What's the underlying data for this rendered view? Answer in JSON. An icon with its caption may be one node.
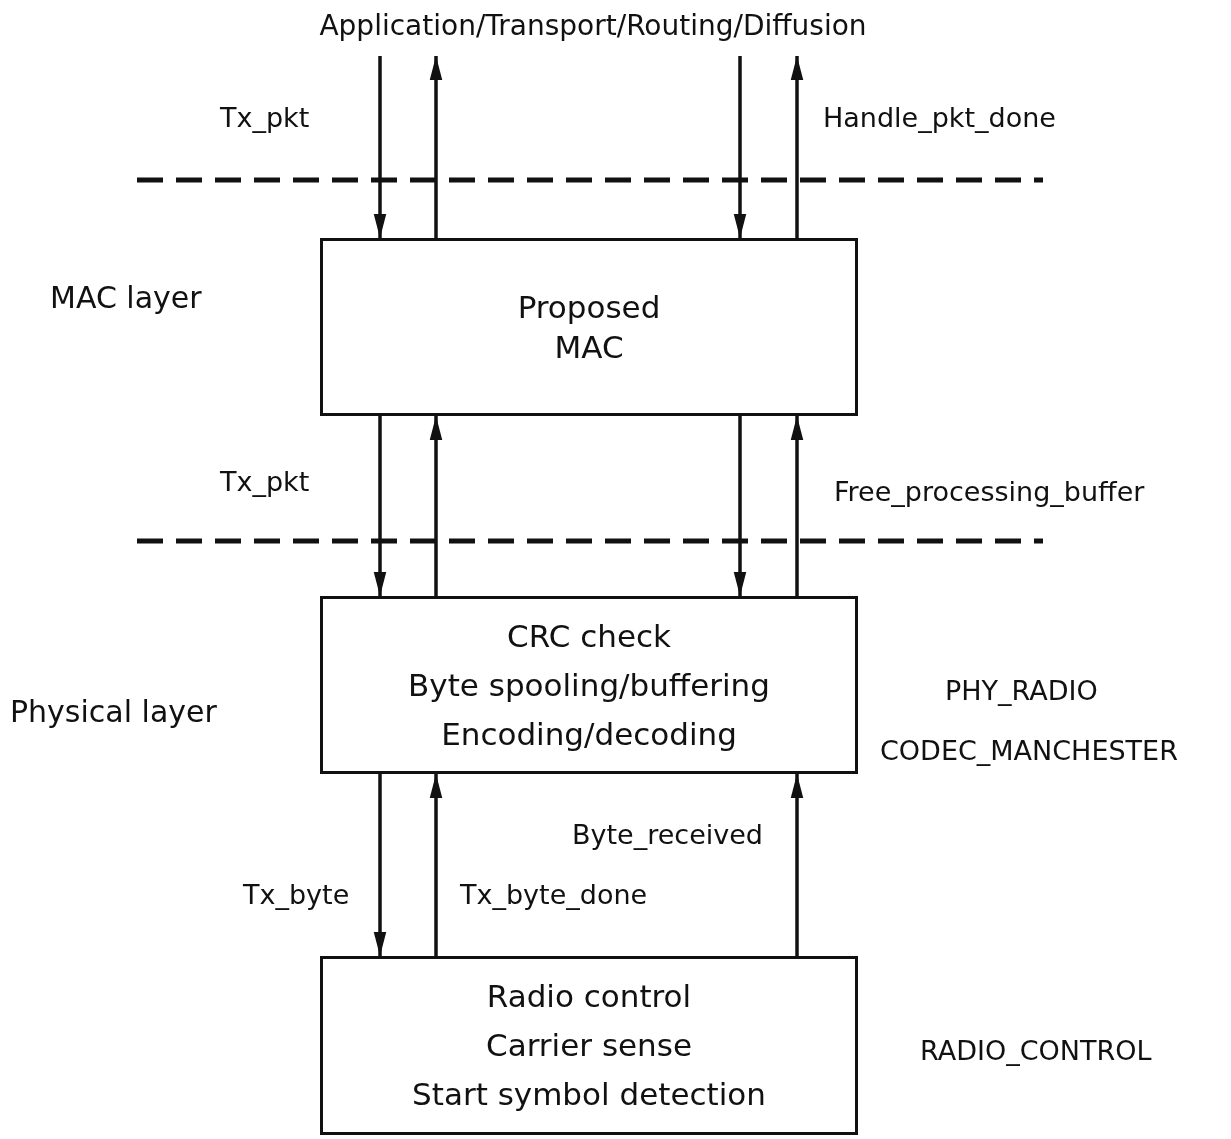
{
  "diagram": {
    "nodes": [
      {
        "text": [
          "Application/Transport/Routing/Diffusion"
        ]
      },
      {
        "text": [
          "Proposed MAC"
        ]
      },
      {
        "text": [
          "CRC check",
          "Byte spooling/buffering",
          "Encoding/decoding"
        ]
      },
      {
        "text": [
          "Radio control",
          "Carrier sense",
          "Start symbol detection"
        ]
      }
    ],
    "edges": [
      {
        "from": 0,
        "to": 1,
        "arrow": "to",
        "label": "Tx_pkt"
      },
      {
        "from": 1,
        "to": 0,
        "arrow": "to"
      },
      {
        "from": 0,
        "to": 1,
        "arrow": "to"
      },
      {
        "from": 1,
        "to": 0,
        "arrow": "to",
        "label": "Handle_pkt_done"
      },
      {
        "from": 1,
        "to": 2,
        "arrow": "to",
        "label": "Tx_pkt"
      },
      {
        "from": 2,
        "to": 1,
        "arrow": "to"
      },
      {
        "from": 1,
        "to": 2,
        "arrow": "to"
      },
      {
        "from": 2,
        "to": 1,
        "arrow": "to",
        "label": "Free_processing_buffer"
      },
      {
        "from": 2,
        "to": 3,
        "arrow": "to",
        "label": "Tx_byte"
      },
      {
        "from": 3,
        "to": 2,
        "arrow": "to",
        "label": "Tx_byte_done"
      },
      {
        "from": 3,
        "to": 2,
        "arrow": "to",
        "label": "Byte_received"
      }
    ],
    "labels": [
      "MAC layer",
      "Physical layer",
      "PHY_RADIO",
      "CODEC_MANCHESTER",
      "RADIO_CONTROL"
    ]
  }
}
